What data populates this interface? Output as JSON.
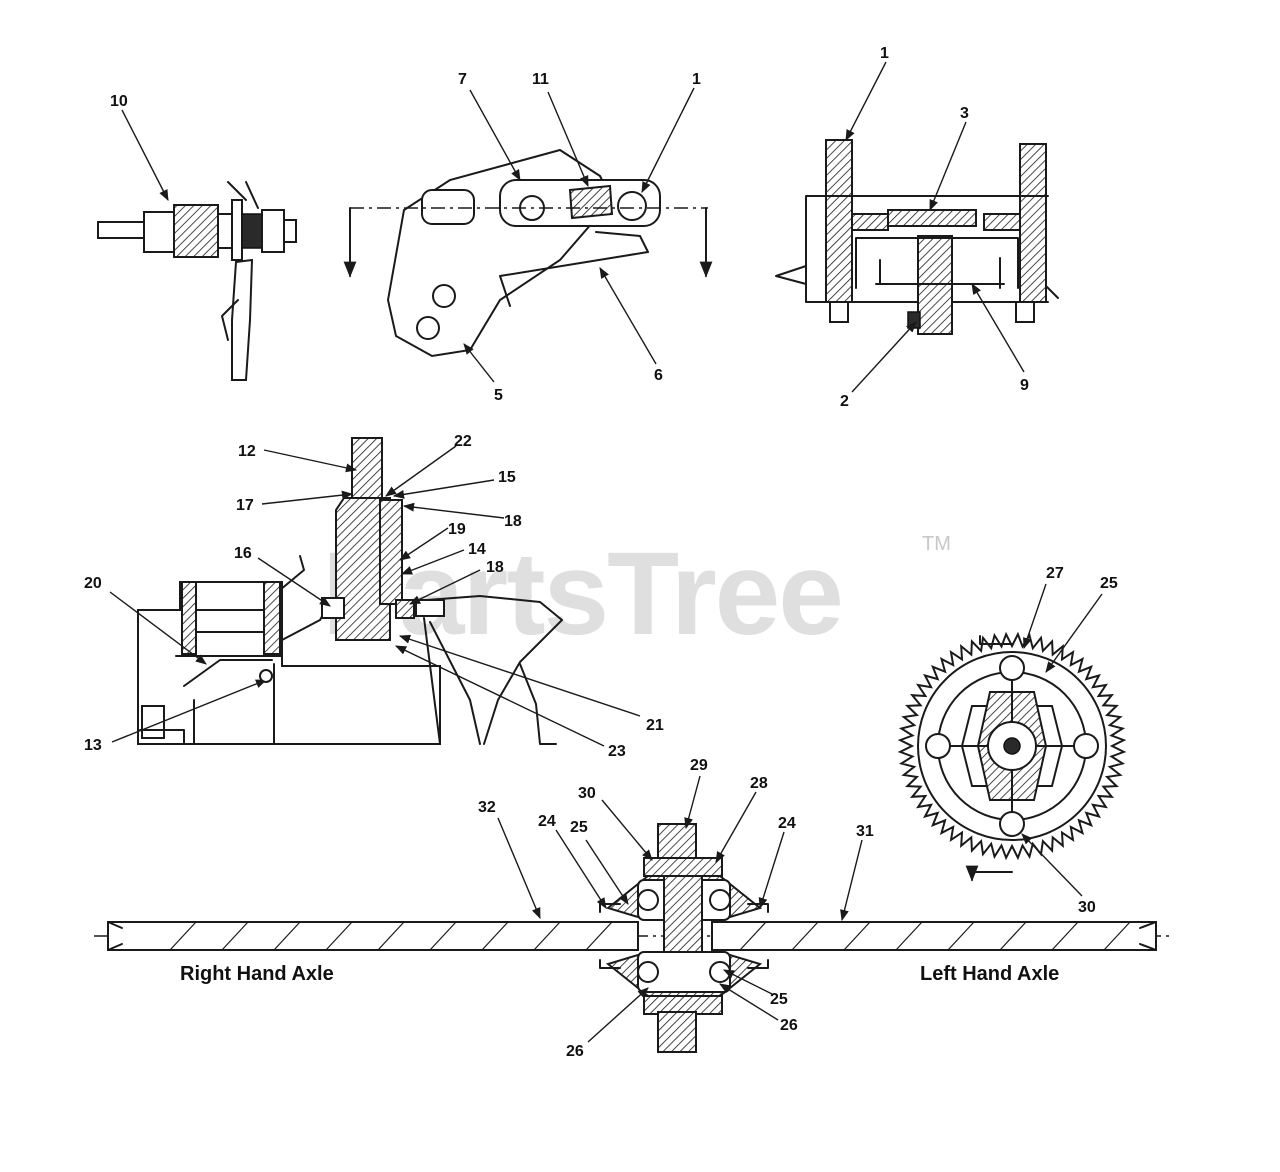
{
  "watermark": {
    "text": "PartsTree",
    "trademark": "TM"
  },
  "labels": {
    "right_hand_axle": "Right Hand Axle",
    "left_hand_axle": "Left Hand Axle"
  },
  "callouts": [
    {
      "id": "c10",
      "text": "10"
    },
    {
      "id": "c7",
      "text": "7"
    },
    {
      "id": "c11",
      "text": "11"
    },
    {
      "id": "c1a",
      "text": "1"
    },
    {
      "id": "c6",
      "text": "6"
    },
    {
      "id": "c5",
      "text": "5"
    },
    {
      "id": "c1b",
      "text": "1"
    },
    {
      "id": "c3",
      "text": "3"
    },
    {
      "id": "c2",
      "text": "2"
    },
    {
      "id": "c9",
      "text": "9"
    },
    {
      "id": "c12",
      "text": "12"
    },
    {
      "id": "c22",
      "text": "22"
    },
    {
      "id": "c15",
      "text": "15"
    },
    {
      "id": "c17",
      "text": "17"
    },
    {
      "id": "c18a",
      "text": "18"
    },
    {
      "id": "c19",
      "text": "19"
    },
    {
      "id": "c14",
      "text": "14"
    },
    {
      "id": "c16",
      "text": "16"
    },
    {
      "id": "c18b",
      "text": "18"
    },
    {
      "id": "c20",
      "text": "20"
    },
    {
      "id": "c13",
      "text": "13"
    },
    {
      "id": "c21",
      "text": "21"
    },
    {
      "id": "c23",
      "text": "23"
    },
    {
      "id": "c27",
      "text": "27"
    },
    {
      "id": "c25a",
      "text": "25"
    },
    {
      "id": "c30a",
      "text": "30"
    },
    {
      "id": "c29",
      "text": "29"
    },
    {
      "id": "c28",
      "text": "28"
    },
    {
      "id": "c30b",
      "text": "30"
    },
    {
      "id": "c24a",
      "text": "24"
    },
    {
      "id": "c25b",
      "text": "25"
    },
    {
      "id": "c32",
      "text": "32"
    },
    {
      "id": "c24b",
      "text": "24"
    },
    {
      "id": "c31",
      "text": "31"
    },
    {
      "id": "c25c",
      "text": "25"
    },
    {
      "id": "c26a",
      "text": "26"
    },
    {
      "id": "c26b",
      "text": "26"
    }
  ]
}
